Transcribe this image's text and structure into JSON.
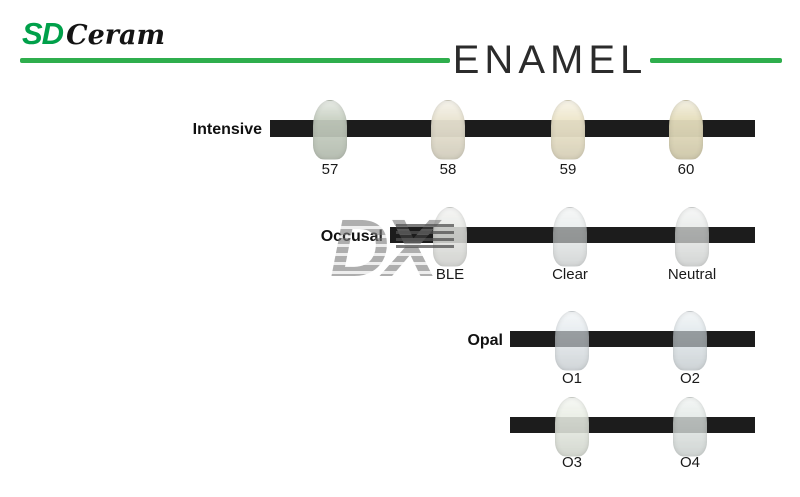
{
  "logo": {
    "sd": "SD",
    "ceram": "Ceram"
  },
  "title": "ENAMEL",
  "watermark": "DX",
  "colors": {
    "brand_green": "#2fae4d",
    "bar_black": "#1c1c1c"
  },
  "rows": [
    {
      "label": "Intensive",
      "shades": [
        {
          "name": "57",
          "color": "rgba(200,208,194,0.92)"
        },
        {
          "name": "58",
          "color": "rgba(234,229,211,0.95)"
        },
        {
          "name": "59",
          "color": "rgba(238,231,204,0.95)"
        },
        {
          "name": "60",
          "color": "rgba(230,222,190,0.95)"
        }
      ]
    },
    {
      "label": "Occusal",
      "shades": [
        {
          "name": "BLE",
          "color": "rgba(231,233,229,0.85)"
        },
        {
          "name": "Clear",
          "color": "rgba(226,231,230,0.62)"
        },
        {
          "name": "Neutral",
          "color": "rgba(229,232,230,0.72)"
        }
      ]
    },
    {
      "label": "Opal",
      "shades": [
        {
          "name": "O1",
          "color": "rgba(221,229,233,0.65)"
        },
        {
          "name": "O2",
          "color": "rgba(216,226,231,0.65)"
        }
      ]
    },
    {
      "label": "",
      "shades": [
        {
          "name": "O3",
          "color": "rgba(233,238,229,0.88)"
        },
        {
          "name": "O4",
          "color": "rgba(225,232,230,0.78)"
        }
      ]
    }
  ]
}
